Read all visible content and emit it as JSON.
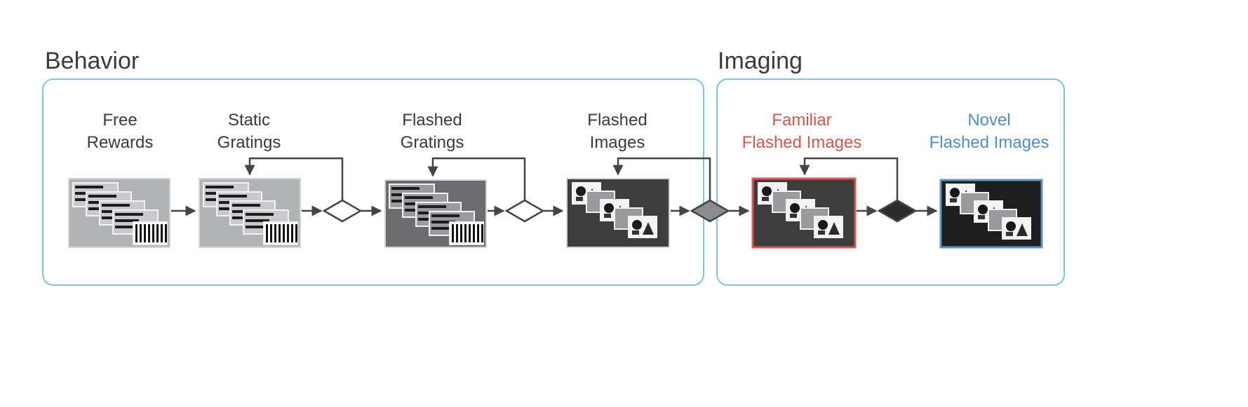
{
  "sections": {
    "behavior": {
      "title": "Behavior"
    },
    "imaging": {
      "title": "Imaging"
    }
  },
  "stages": [
    {
      "id": "free-rewards",
      "line1": "Free",
      "line2": "Rewards",
      "color": "#3a3a3a",
      "panel_color": "#b2b3b5",
      "content": "gratings"
    },
    {
      "id": "static-gratings",
      "line1": "Static",
      "line2": "Gratings",
      "color": "#3a3a3a",
      "panel_color": "#b2b3b5",
      "content": "gratings"
    },
    {
      "id": "flashed-gratings",
      "line1": "Flashed",
      "line2": "Gratings",
      "color": "#3a3a3a",
      "panel_color": "#6c6c6e",
      "content": "gratings"
    },
    {
      "id": "flashed-images",
      "line1": "Flashed",
      "line2": "Images",
      "color": "#3a3a3a",
      "panel_color": "#3d3d3e",
      "content": "images"
    },
    {
      "id": "familiar-flashed-images",
      "line1": "Familiar",
      "line2": "Flashed Images",
      "color": "#d9534f",
      "panel_color": "#3d3d3e",
      "border_color": "#e0564f",
      "content": "images"
    },
    {
      "id": "novel-flashed-images",
      "line1": "Novel",
      "line2": "Flashed Images",
      "color": "#4f8fc4",
      "panel_color": "#1e1e1f",
      "border_color": "#5b95c9",
      "content": "images"
    }
  ],
  "decisions": [
    {
      "id": "decision-1",
      "fill": "#ffffff"
    },
    {
      "id": "decision-2",
      "fill": "#ffffff"
    },
    {
      "id": "decision-3",
      "fill": "#8c8c8e"
    },
    {
      "id": "decision-4",
      "fill": "#2b2b2c"
    }
  ],
  "colors": {
    "panel_border": "#7cc6dc",
    "arrow": "#444444"
  }
}
